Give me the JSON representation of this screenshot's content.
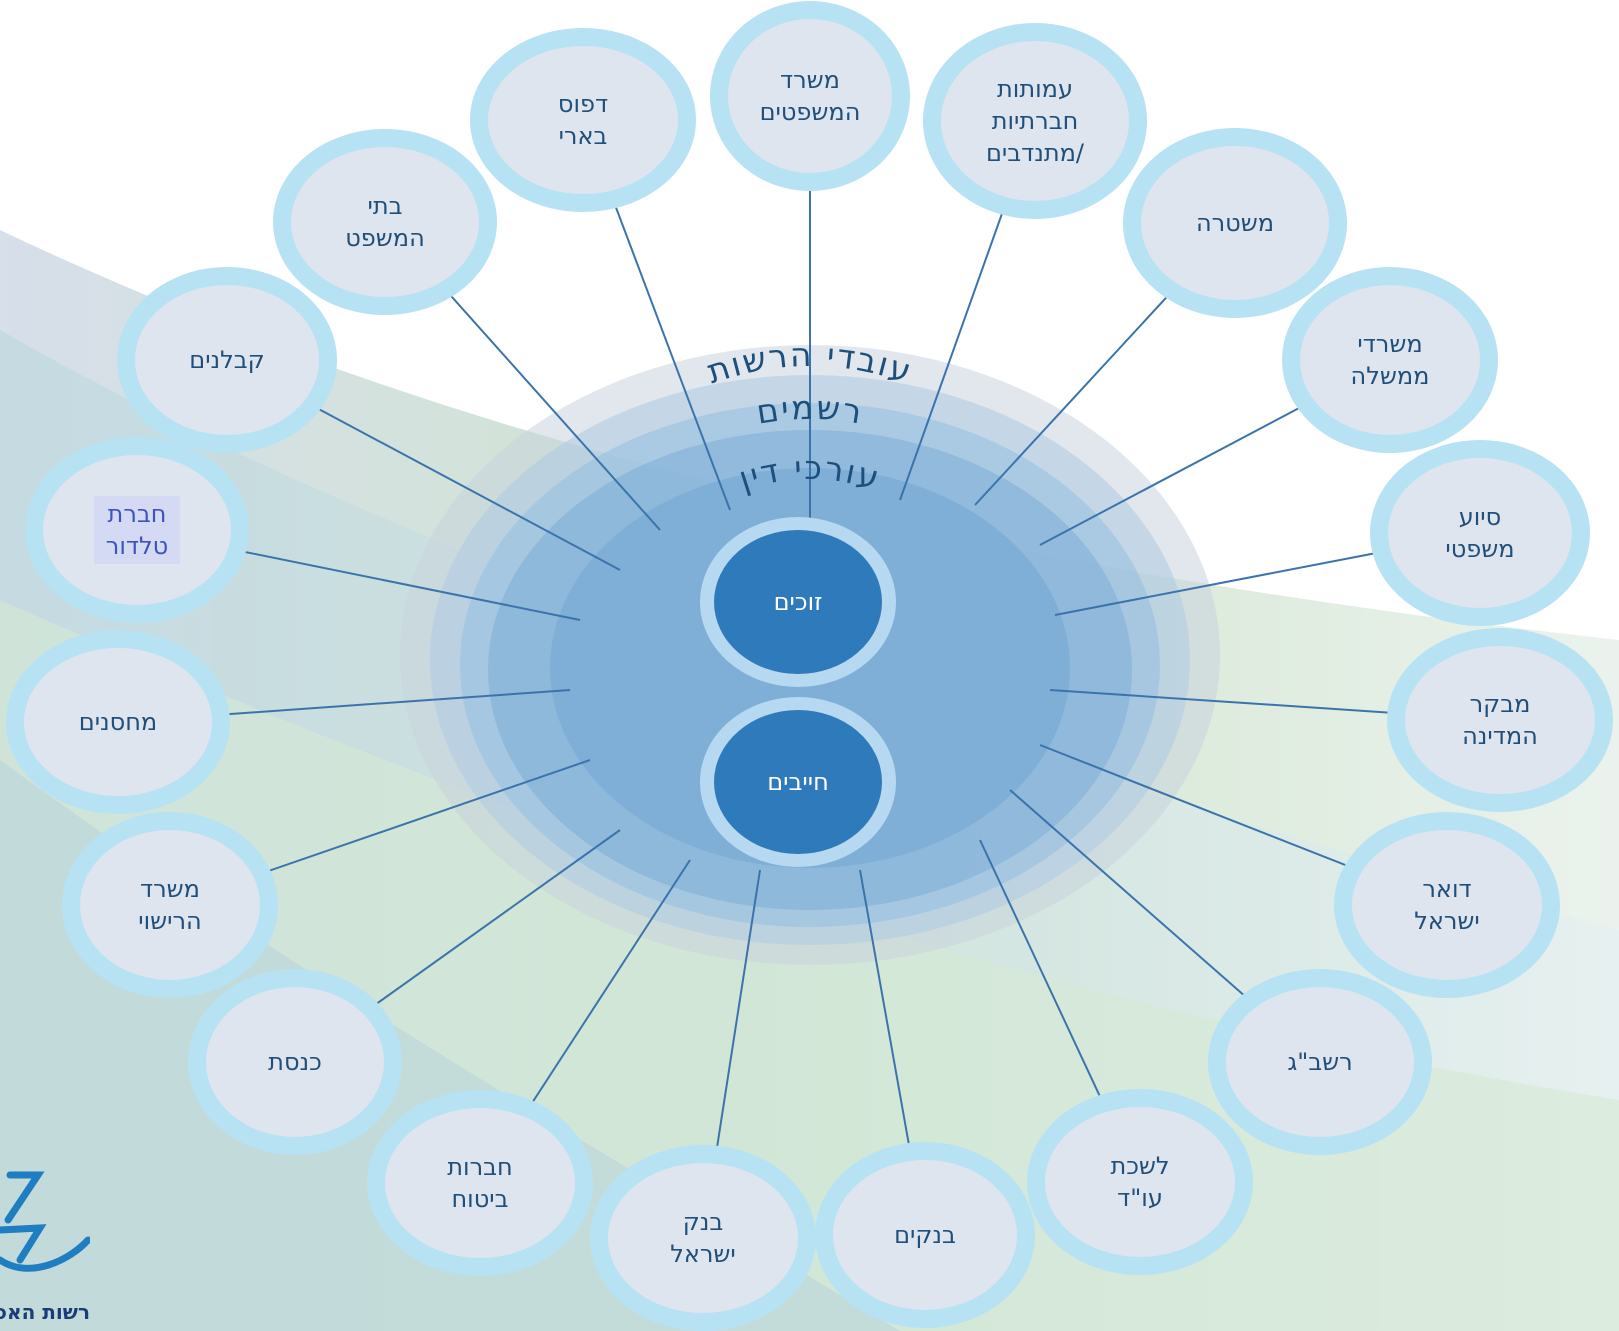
{
  "colors": {
    "node_outer": "#b7e2f3",
    "node_inner": "#dfe5ee",
    "line": "#3b74ac",
    "core_fill": "#2e7abb",
    "core_ring": "#b6d8f1"
  },
  "rings": [
    {
      "name": "outer",
      "label": "עובדי הרשות"
    },
    {
      "name": "middle",
      "label": "רשמים"
    },
    {
      "name": "inner",
      "label": "עורכי דין"
    }
  ],
  "core": [
    {
      "name": "winners",
      "label": "זוכים"
    },
    {
      "name": "debtors",
      "label": "חייבים"
    }
  ],
  "nodes": [
    {
      "id": "justice-ministry",
      "label": "משרד\nהמשפטים"
    },
    {
      "id": "associations",
      "label": "עמותות\nחברתיות\n/מתנדבים"
    },
    {
      "id": "police",
      "label": "משטרה"
    },
    {
      "id": "gov-offices",
      "label": "משרדי\nממשלה"
    },
    {
      "id": "legal-aid",
      "label": "סיוע\nמשפטי"
    },
    {
      "id": "state-comptroller",
      "label": "מבקר\nהמדינה"
    },
    {
      "id": "israel-post",
      "label": "דואר\nישראל"
    },
    {
      "id": "rashbag",
      "label": "רשב\"ג"
    },
    {
      "id": "bar-association",
      "label": "לשכת\nעו\"ד"
    },
    {
      "id": "banks",
      "label": "בנקים"
    },
    {
      "id": "bank-of-israel",
      "label": "בנק\nישראל"
    },
    {
      "id": "insurance",
      "label": "חברות\nביטוח"
    },
    {
      "id": "knesset",
      "label": "כנסת"
    },
    {
      "id": "licensing-office",
      "label": "משרד\nהרישוי"
    },
    {
      "id": "warehouses",
      "label": "מחסנים"
    },
    {
      "id": "teldor",
      "label": "חברת\nטלדור"
    },
    {
      "id": "contractors",
      "label": "קבלנים"
    },
    {
      "id": "courts",
      "label": "בתי\nהמשפט"
    },
    {
      "id": "beeri-print",
      "label": "דפוס\nבארי"
    }
  ],
  "logo": {
    "text": "רשות האכיפה והגבייה"
  }
}
